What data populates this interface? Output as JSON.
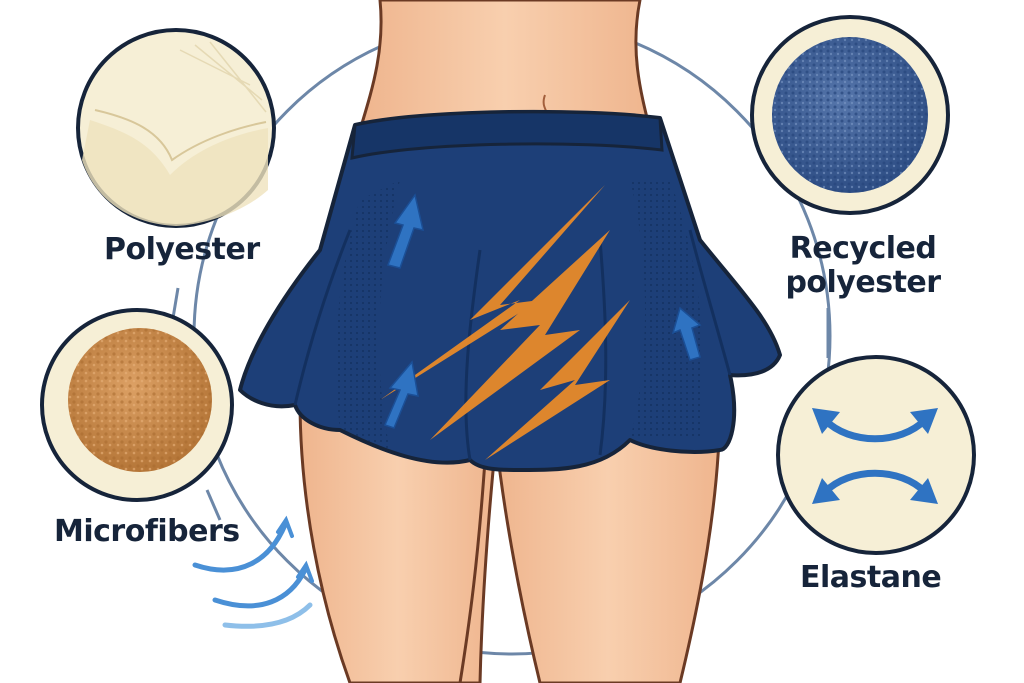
{
  "materials": [
    {
      "id": "polyester",
      "label": "Polyester",
      "icon": "smooth-fabric-swatch-icon",
      "color": "#f6efd6"
    },
    {
      "id": "microfibers",
      "label": "Microfibers",
      "icon": "textured-fiber-swatch-icon",
      "color": "#c98b4a"
    },
    {
      "id": "recycled",
      "label_line1": "Recycled",
      "label_line2": "polyester",
      "icon": "recycled-fabric-swatch-icon",
      "color": "#3d5f95"
    },
    {
      "id": "elastane",
      "label": "Elastane",
      "icon": "stretch-arrows-icon",
      "color": "#2f73c2"
    }
  ],
  "colors": {
    "skirt": "#1d3f78",
    "skirt_dark": "#13305f",
    "accent": "#e88a2a",
    "arrows": "#2f73c2",
    "skin": "#f3c09d",
    "outline": "#16243a",
    "ring": "#6d87a8"
  }
}
